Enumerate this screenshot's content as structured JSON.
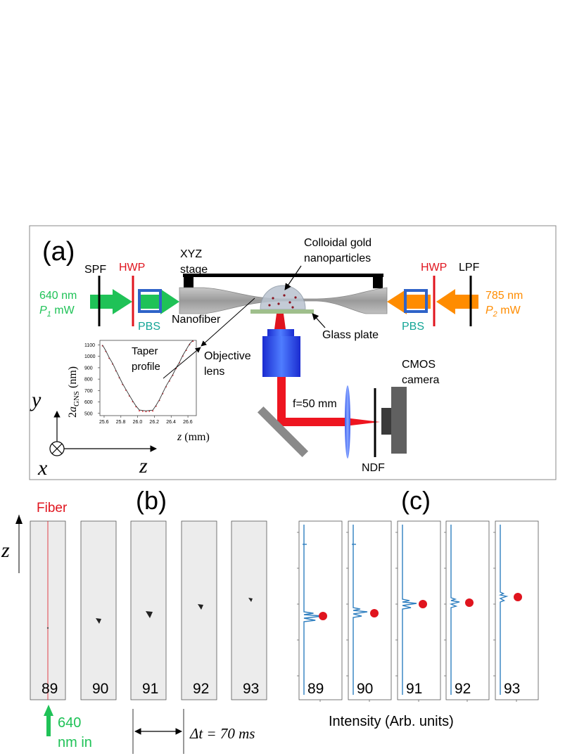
{
  "panel_a": {
    "label": "(a)",
    "left_source": {
      "wavelength": "640 nm",
      "power_symbol": "P",
      "power_sub": "1",
      "power_unit": " mW"
    },
    "right_source": {
      "wavelength": "785 nm",
      "power_symbol": "P",
      "power_sub": "2",
      "power_unit": " mW"
    },
    "spf": "SPF",
    "hwp_left": "HWP",
    "pbs_left": "PBS",
    "hwp_right": "HWP",
    "pbs_right": "PBS",
    "lpf": "LPF",
    "xyz_stage_line1": "XYZ",
    "xyz_stage_line2": "stage",
    "colloid_line1": "Colloidal gold",
    "colloid_line2": "nanoparticles",
    "nanofiber": "Nanofiber",
    "glass_plate": "Glass plate",
    "objective_line1": "Objective",
    "objective_line2": "lens",
    "cmos_line1": "CMOS",
    "cmos_line2": "camera",
    "focal": "f=50 mm",
    "ndf": "NDF",
    "axis_y": "y",
    "axis_x": "x",
    "axis_z": "z",
    "colors": {
      "green": "#1fc257",
      "orange": "#ff8c00",
      "red": "#e0141e",
      "blue": "#2f63c8",
      "teal": "#13a596"
    }
  },
  "inset": {
    "title_line1": "Taper",
    "title_line2": "profile",
    "ylabel": "2a_GNS (nm)",
    "xlabel": "z (mm)",
    "chart_data": {
      "type": "scatter",
      "title": "Taper profile",
      "xlabel": "z (mm)",
      "ylabel": "2a_GNS (nm)",
      "xlim": [
        25.55,
        26.7
      ],
      "ylim": [
        480,
        1140
      ],
      "xticks": [
        "25.6",
        "25.8",
        "26.0",
        "26.2",
        "26.4",
        "26.6"
      ],
      "yticks": [
        "500",
        "600",
        "700",
        "800",
        "900",
        "1000",
        "1100"
      ],
      "series": [
        {
          "x": [
            25.58,
            25.62,
            25.66,
            25.7,
            25.74,
            25.78,
            25.82,
            25.86,
            25.9,
            25.94,
            25.98,
            26.02,
            26.06,
            26.1,
            26.14,
            26.18,
            26.22,
            26.26,
            26.3,
            26.34,
            26.38,
            26.42,
            26.46,
            26.5,
            26.54,
            26.58,
            26.62,
            26.66
          ],
          "y": [
            1100,
            1050,
            990,
            940,
            880,
            820,
            760,
            710,
            660,
            610,
            565,
            530,
            525,
            522,
            525,
            528,
            570,
            620,
            680,
            740,
            790,
            840,
            900,
            950,
            1010,
            1060,
            1110,
            1150
          ]
        }
      ]
    }
  },
  "panel_b": {
    "label": "(b)",
    "fiber": "Fiber",
    "z_axis": "z",
    "frames": [
      "89",
      "90",
      "91",
      "92",
      "93"
    ],
    "input_line1": "640",
    "input_line2": "nm in",
    "delta_t": "Δt = 70 ms"
  },
  "panel_c": {
    "label": "(c)",
    "frames": [
      "89",
      "90",
      "91",
      "92",
      "93"
    ],
    "xlabel": "Intensity (Arb. units)"
  }
}
